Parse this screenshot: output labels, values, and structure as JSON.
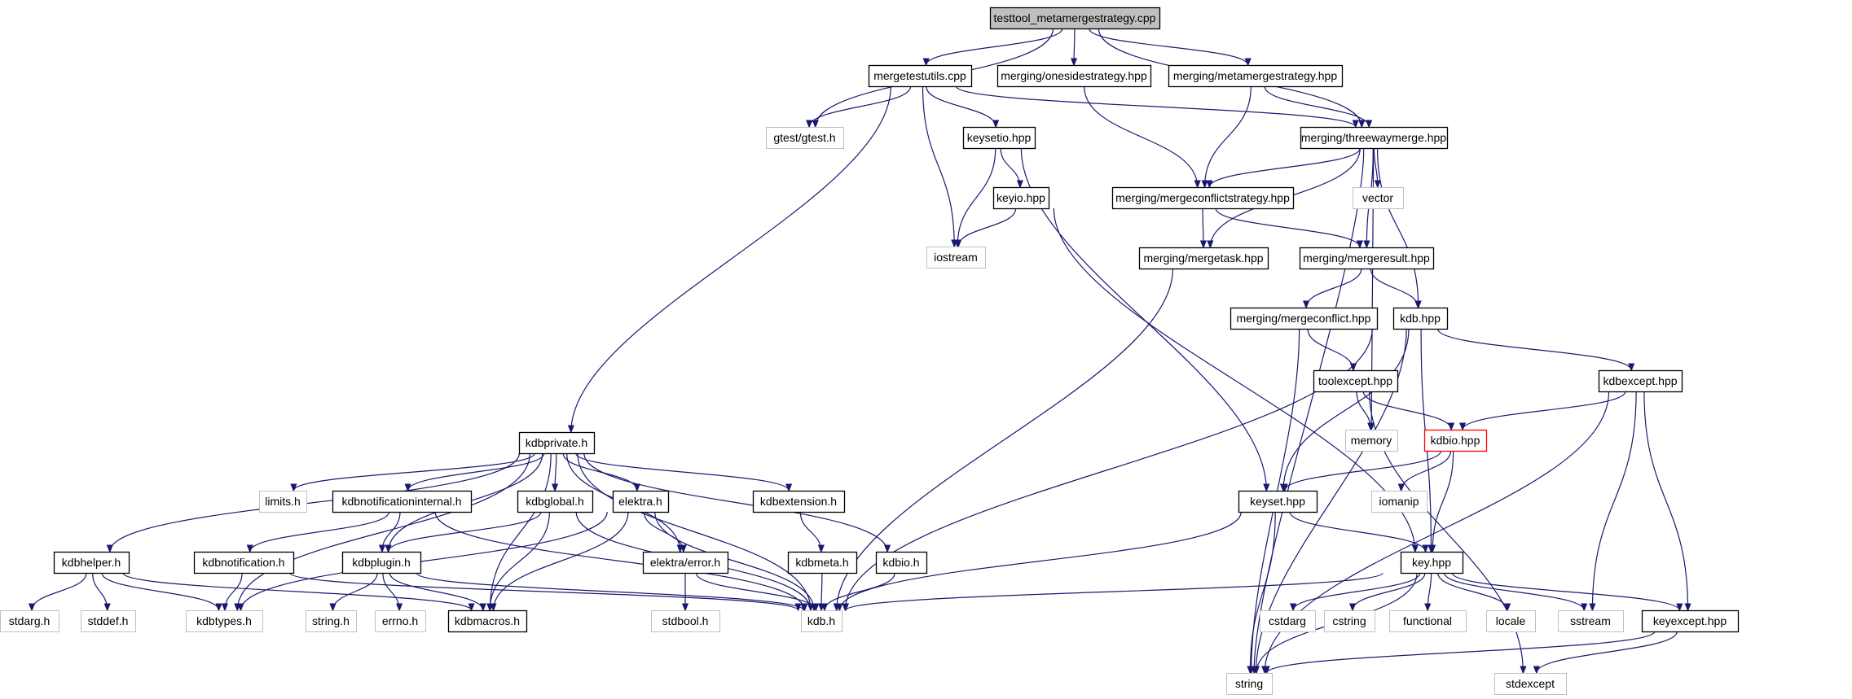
{
  "graph": {
    "colors": {
      "edge": "#191970",
      "root_fill": "#bfbfbf",
      "external_border": "#bfbfbf",
      "incomplete_border": "#ff0000"
    },
    "nodes": [
      {
        "id": "root",
        "label": "testtool_metamergestrategy.cpp",
        "style": "root"
      },
      {
        "id": "mergetestutils",
        "label": "mergetestutils.cpp",
        "style": "normal"
      },
      {
        "id": "onesidestrategy",
        "label": "merging/onesidestrategy.hpp",
        "style": "normal"
      },
      {
        "id": "metamergestrategy",
        "label": "merging/metamergestrategy.hpp",
        "style": "normal"
      },
      {
        "id": "gtest",
        "label": "gtest/gtest.h",
        "style": "external"
      },
      {
        "id": "keysetio",
        "label": "keysetio.hpp",
        "style": "normal"
      },
      {
        "id": "threewaymerge",
        "label": "merging/threewaymerge.hpp",
        "style": "normal"
      },
      {
        "id": "keyio",
        "label": "keyio.hpp",
        "style": "normal"
      },
      {
        "id": "mergeconflictstrategy",
        "label": "merging/mergeconflictstrategy.hpp",
        "style": "normal"
      },
      {
        "id": "vector",
        "label": "vector",
        "style": "external"
      },
      {
        "id": "iostream",
        "label": "iostream",
        "style": "external"
      },
      {
        "id": "mergetask",
        "label": "merging/mergetask.hpp",
        "style": "normal"
      },
      {
        "id": "mergeresult",
        "label": "merging/mergeresult.hpp",
        "style": "normal"
      },
      {
        "id": "mergeconflict",
        "label": "merging/mergeconflict.hpp",
        "style": "normal"
      },
      {
        "id": "kdbhpp",
        "label": "kdb.hpp",
        "style": "normal"
      },
      {
        "id": "toolexcept",
        "label": "toolexcept.hpp",
        "style": "normal"
      },
      {
        "id": "kdbexcept",
        "label": "kdbexcept.hpp",
        "style": "normal"
      },
      {
        "id": "kdbprivate",
        "label": "kdbprivate.h",
        "style": "normal"
      },
      {
        "id": "memory",
        "label": "memory",
        "style": "external"
      },
      {
        "id": "kdbio",
        "label": "kdbio.hpp",
        "style": "incomplete"
      },
      {
        "id": "limits",
        "label": "limits.h",
        "style": "external"
      },
      {
        "id": "kdbnotificationinternal",
        "label": "kdbnotificationinternal.h",
        "style": "normal"
      },
      {
        "id": "kdbglobal",
        "label": "kdbglobal.h",
        "style": "normal"
      },
      {
        "id": "elektra",
        "label": "elektra.h",
        "style": "normal"
      },
      {
        "id": "kdbextension",
        "label": "kdbextension.h",
        "style": "normal"
      },
      {
        "id": "keyset",
        "label": "keyset.hpp",
        "style": "normal"
      },
      {
        "id": "iomanip",
        "label": "iomanip",
        "style": "external"
      },
      {
        "id": "kdbhelper",
        "label": "kdbhelper.h",
        "style": "normal"
      },
      {
        "id": "kdbnotification",
        "label": "kdbnotification.h",
        "style": "normal"
      },
      {
        "id": "kdbplugin",
        "label": "kdbplugin.h",
        "style": "normal"
      },
      {
        "id": "elektraerror",
        "label": "elektra/error.h",
        "style": "normal"
      },
      {
        "id": "kdbmeta",
        "label": "kdbmeta.h",
        "style": "normal"
      },
      {
        "id": "kdbioh",
        "label": "kdbio.h",
        "style": "normal"
      },
      {
        "id": "keyhpp",
        "label": "key.hpp",
        "style": "normal"
      },
      {
        "id": "stdarg",
        "label": "stdarg.h",
        "style": "external"
      },
      {
        "id": "stddef",
        "label": "stddef.h",
        "style": "external"
      },
      {
        "id": "kdbtypes",
        "label": "kdbtypes.h",
        "style": "external"
      },
      {
        "id": "stringh",
        "label": "string.h",
        "style": "external"
      },
      {
        "id": "errno",
        "label": "errno.h",
        "style": "external"
      },
      {
        "id": "kdbmacros",
        "label": "kdbmacros.h",
        "style": "normal"
      },
      {
        "id": "stdbool",
        "label": "stdbool.h",
        "style": "external"
      },
      {
        "id": "kdbh",
        "label": "kdb.h",
        "style": "external"
      },
      {
        "id": "cstdarg",
        "label": "cstdarg",
        "style": "external"
      },
      {
        "id": "cstring",
        "label": "cstring",
        "style": "external"
      },
      {
        "id": "functional",
        "label": "functional",
        "style": "external"
      },
      {
        "id": "locale",
        "label": "locale",
        "style": "external"
      },
      {
        "id": "sstream",
        "label": "sstream",
        "style": "external"
      },
      {
        "id": "keyexcept",
        "label": "keyexcept.hpp",
        "style": "normal"
      },
      {
        "id": "string",
        "label": "string",
        "style": "external"
      },
      {
        "id": "stdexcept",
        "label": "stdexcept",
        "style": "external"
      }
    ],
    "edges": [
      [
        "root",
        "mergetestutils"
      ],
      [
        "root",
        "onesidestrategy"
      ],
      [
        "root",
        "metamergestrategy"
      ],
      [
        "root",
        "gtest"
      ],
      [
        "root",
        "threewaymerge"
      ],
      [
        "mergetestutils",
        "gtest"
      ],
      [
        "mergetestutils",
        "keysetio"
      ],
      [
        "mergetestutils",
        "threewaymerge"
      ],
      [
        "mergetestutils",
        "iostream"
      ],
      [
        "mergetestutils",
        "kdbprivate"
      ],
      [
        "onesidestrategy",
        "mergeconflictstrategy"
      ],
      [
        "metamergestrategy",
        "mergeconflictstrategy"
      ],
      [
        "metamergestrategy",
        "threewaymerge"
      ],
      [
        "keysetio",
        "keyio"
      ],
      [
        "keysetio",
        "iostream"
      ],
      [
        "keysetio",
        "keyset"
      ],
      [
        "keyio",
        "iostream"
      ],
      [
        "keyio",
        "keyhpp"
      ],
      [
        "threewaymerge",
        "mergeconflictstrategy"
      ],
      [
        "threewaymerge",
        "vector"
      ],
      [
        "threewaymerge",
        "mergetask"
      ],
      [
        "threewaymerge",
        "mergeresult"
      ],
      [
        "threewaymerge",
        "kdbhpp"
      ],
      [
        "threewaymerge",
        "memory"
      ],
      [
        "threewaymerge",
        "string"
      ],
      [
        "mergeconflictstrategy",
        "mergetask"
      ],
      [
        "mergeconflictstrategy",
        "mergeresult"
      ],
      [
        "mergetask",
        "kdbh"
      ],
      [
        "mergeresult",
        "mergeconflict"
      ],
      [
        "mergeresult",
        "kdbhpp"
      ],
      [
        "mergeconflict",
        "toolexcept"
      ],
      [
        "mergeconflict",
        "string"
      ],
      [
        "kdbhpp",
        "kdbexcept"
      ],
      [
        "kdbhpp",
        "keyset"
      ],
      [
        "kdbhpp",
        "keyhpp"
      ],
      [
        "kdbhpp",
        "kdbh"
      ],
      [
        "kdbhpp",
        "string"
      ],
      [
        "toolexcept",
        "memory"
      ],
      [
        "toolexcept",
        "kdbio"
      ],
      [
        "toolexcept",
        "stdexcept"
      ],
      [
        "kdbexcept",
        "kdbio"
      ],
      [
        "kdbexcept",
        "keyexcept"
      ],
      [
        "kdbexcept",
        "sstream"
      ],
      [
        "kdbexcept",
        "string"
      ],
      [
        "kdbio",
        "keyset"
      ],
      [
        "kdbio",
        "iomanip"
      ],
      [
        "kdbio",
        "keyhpp"
      ],
      [
        "keyset",
        "keyhpp"
      ],
      [
        "keyset",
        "kdbh"
      ],
      [
        "keyset",
        "string"
      ],
      [
        "keyhpp",
        "kdbh"
      ],
      [
        "keyhpp",
        "string"
      ],
      [
        "keyhpp",
        "cstdarg"
      ],
      [
        "keyhpp",
        "cstring"
      ],
      [
        "keyhpp",
        "functional"
      ],
      [
        "keyhpp",
        "locale"
      ],
      [
        "keyhpp",
        "sstream"
      ],
      [
        "keyhpp",
        "keyexcept"
      ],
      [
        "keyexcept",
        "string"
      ],
      [
        "keyexcept",
        "stdexcept"
      ],
      [
        "kdbprivate",
        "kdbhelper"
      ],
      [
        "kdbprivate",
        "limits"
      ],
      [
        "kdbprivate",
        "kdbnotificationinternal"
      ],
      [
        "kdbprivate",
        "kdbglobal"
      ],
      [
        "kdbprivate",
        "elektra"
      ],
      [
        "kdbprivate",
        "kdbextension"
      ],
      [
        "kdbprivate",
        "kdbioh"
      ],
      [
        "kdbprivate",
        "kdbtypes"
      ],
      [
        "kdbprivate",
        "kdbplugin"
      ],
      [
        "kdbprivate",
        "kdbmacros"
      ],
      [
        "kdbprivate",
        "elektraerror"
      ],
      [
        "kdbprivate",
        "kdbh"
      ],
      [
        "kdbnotificationinternal",
        "kdbnotification"
      ],
      [
        "kdbnotificationinternal",
        "kdbplugin"
      ],
      [
        "kdbnotificationinternal",
        "kdbh"
      ],
      [
        "kdbglobal",
        "kdbplugin"
      ],
      [
        "kdbglobal",
        "kdbmacros"
      ],
      [
        "kdbglobal",
        "kdbh"
      ],
      [
        "elektra",
        "elektraerror"
      ],
      [
        "elektra",
        "kdbtypes"
      ],
      [
        "elektra",
        "kdbmacros"
      ],
      [
        "elektra",
        "kdbh"
      ],
      [
        "kdbextension",
        "kdbmeta"
      ],
      [
        "kdbmeta",
        "kdbh"
      ],
      [
        "kdbioh",
        "kdbh"
      ],
      [
        "elektraerror",
        "stdbool"
      ],
      [
        "elektraerror",
        "kdbh"
      ],
      [
        "kdbhelper",
        "stdarg"
      ],
      [
        "kdbhelper",
        "stddef"
      ],
      [
        "kdbhelper",
        "kdbtypes"
      ],
      [
        "kdbhelper",
        "kdbmacros"
      ],
      [
        "kdbnotification",
        "kdbtypes"
      ],
      [
        "kdbnotification",
        "kdbh"
      ],
      [
        "kdbplugin",
        "stringh"
      ],
      [
        "kdbplugin",
        "errno"
      ],
      [
        "kdbplugin",
        "kdbmacros"
      ],
      [
        "kdbplugin",
        "kdbh"
      ]
    ]
  }
}
